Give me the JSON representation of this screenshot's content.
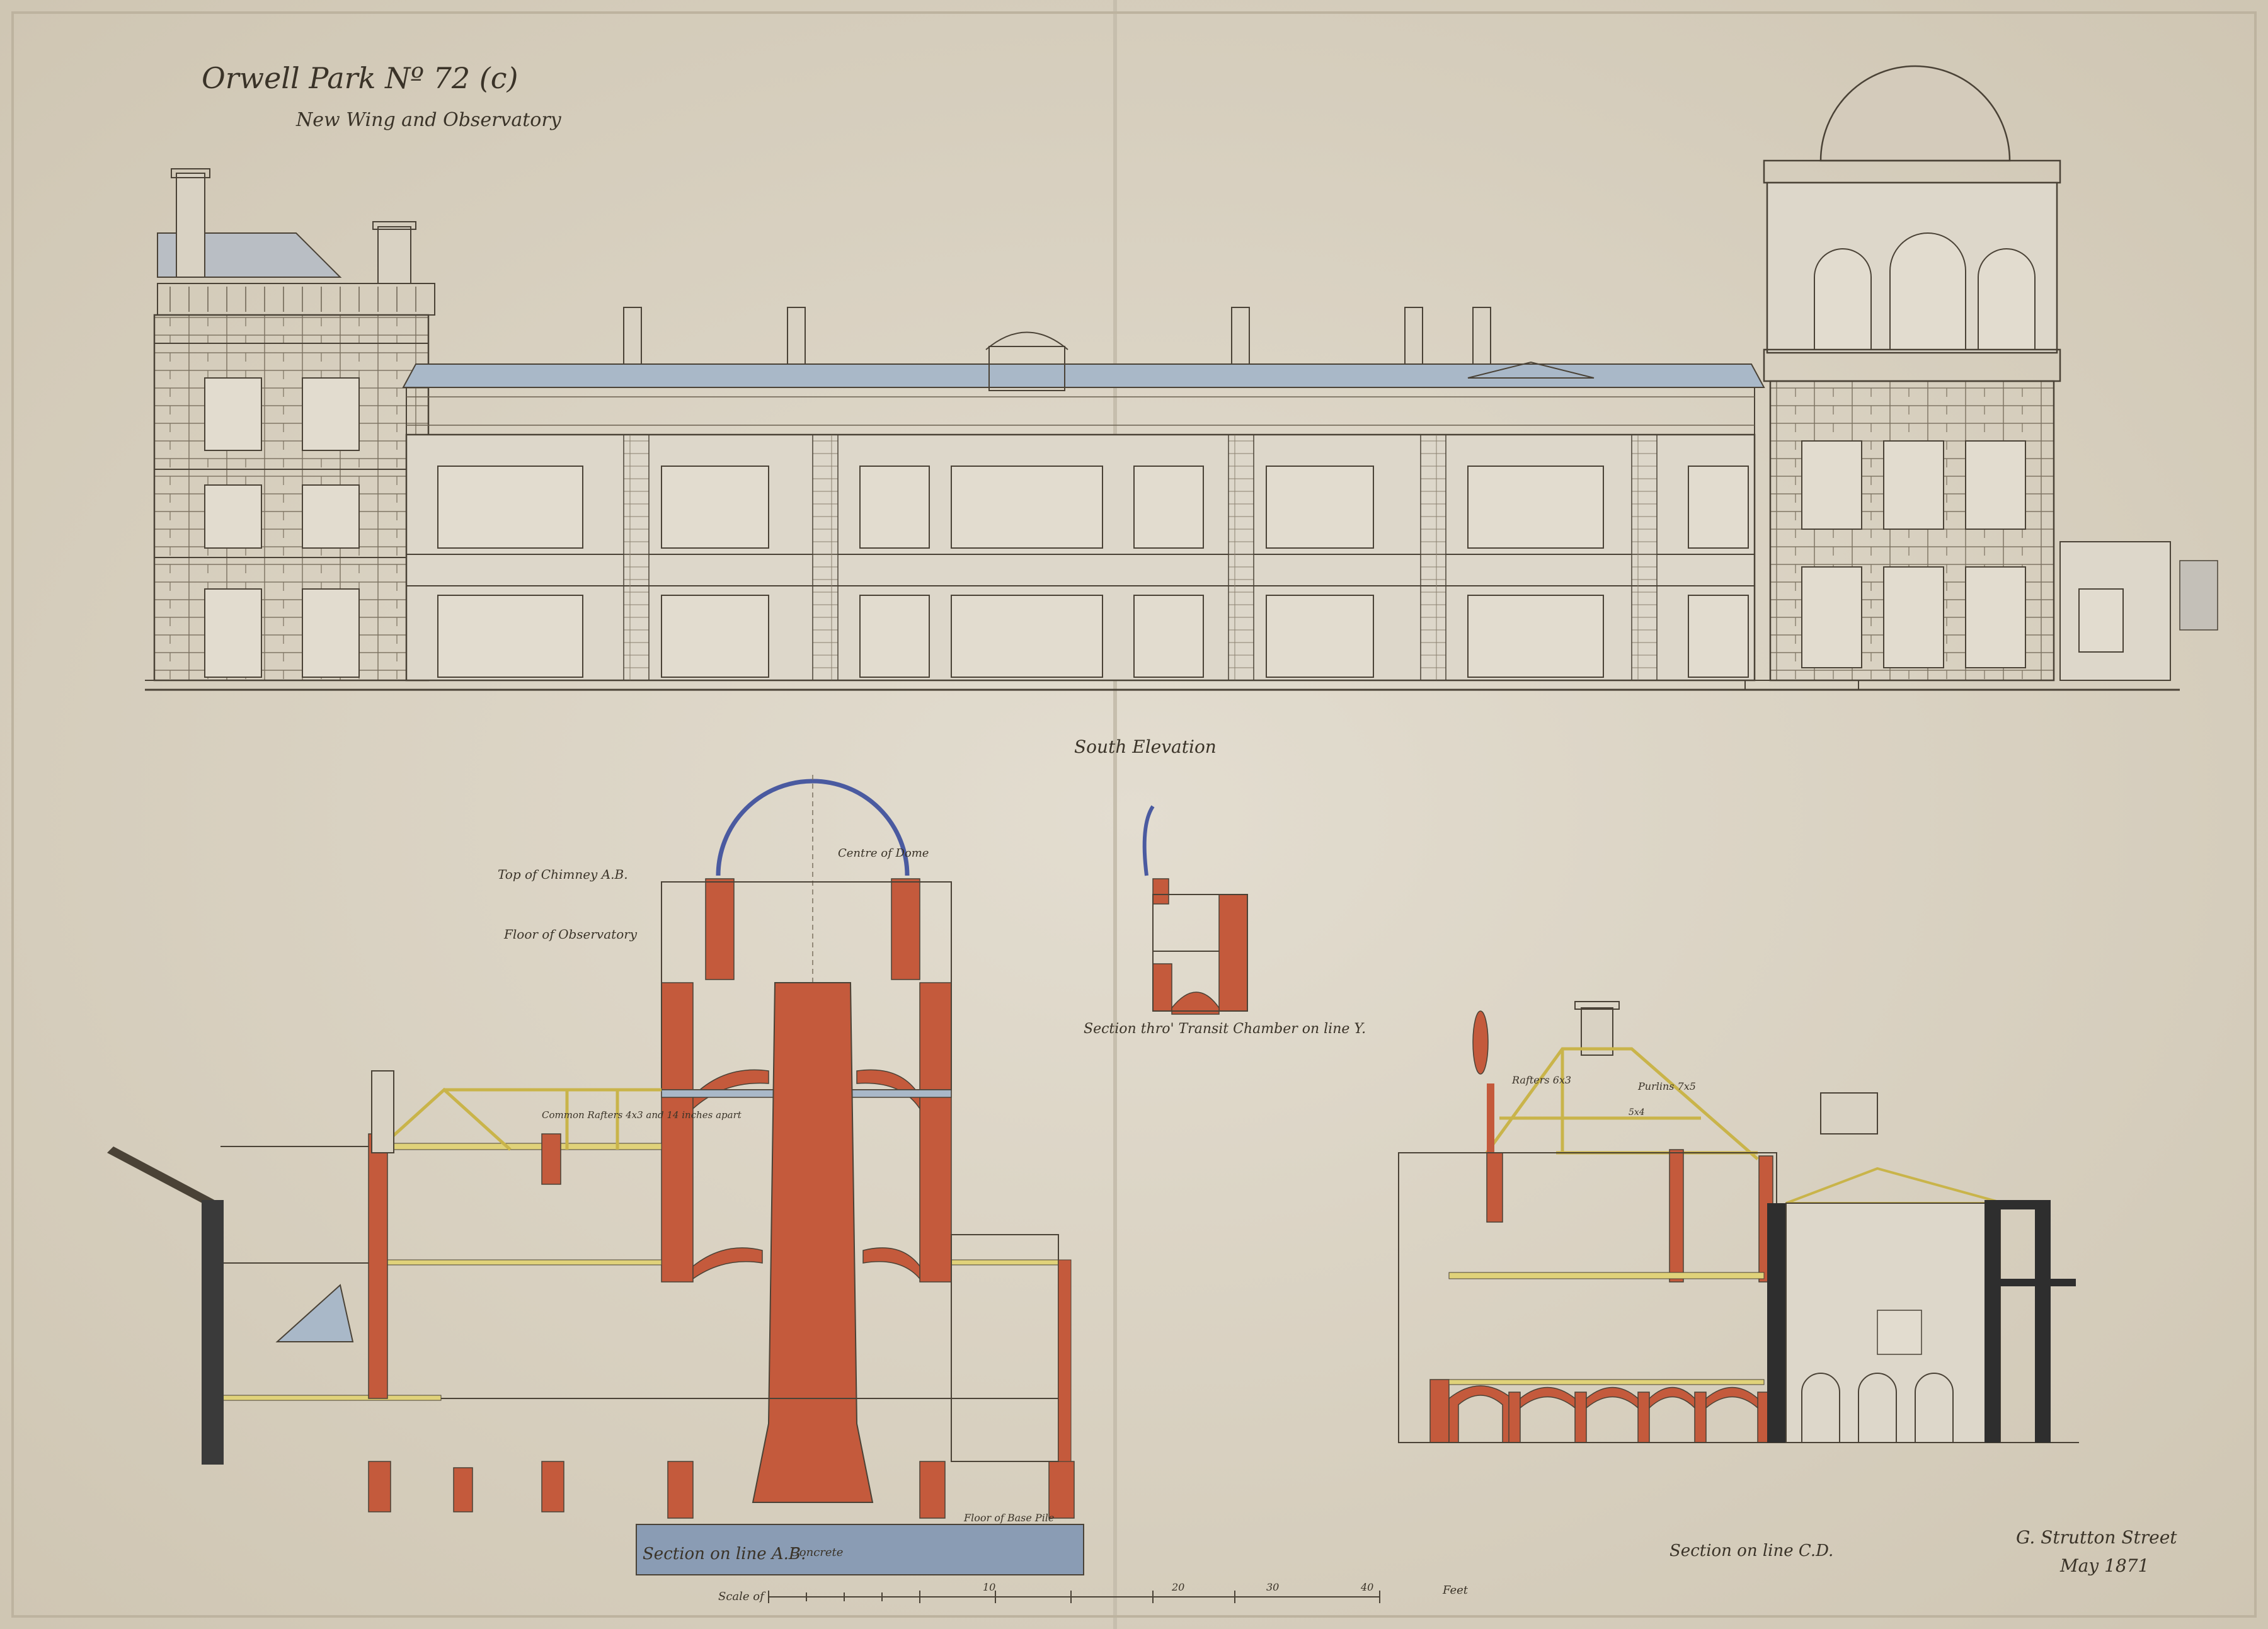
{
  "sheet": {
    "title": "Orwell Park  Nº 72 (c)",
    "subtitle": "New Wing and Observatory",
    "signature": "G. Strutton Street",
    "date": "May 1871"
  },
  "elevation": {
    "label": "South Elevation"
  },
  "section_ab": {
    "label": "Section on line A.B.",
    "annotations": {
      "top_chimney": "Top of Chimney A.B.",
      "floor_observatory": "Floor of Observatory",
      "centre_dome": "Centre of Dome",
      "common_rafters": "Common Rafters 4x3 and 14 inches apart",
      "floor_level": "Floor of Base Pile",
      "concrete": "Concrete"
    }
  },
  "transit": {
    "label": "Section thro' Transit Chamber on line Y."
  },
  "section_cd": {
    "label": "Section on line C.D.",
    "annotations": {
      "rafters": "Rafters 6x3",
      "purlins": "Purlins 7x5",
      "tie": "5x4"
    }
  },
  "scale": {
    "label": "Scale of",
    "ticks": [
      "10",
      "20",
      "30",
      "40"
    ],
    "unit": "Feet"
  },
  "colors": {
    "paper": "#d8d2c4",
    "ink": "#4a4236",
    "brick": "#c45a3c",
    "slate": "#a9b8c8",
    "timber": "#e0d27a",
    "concrete": "#8a9cb4",
    "dark": "#3a3a3a"
  }
}
